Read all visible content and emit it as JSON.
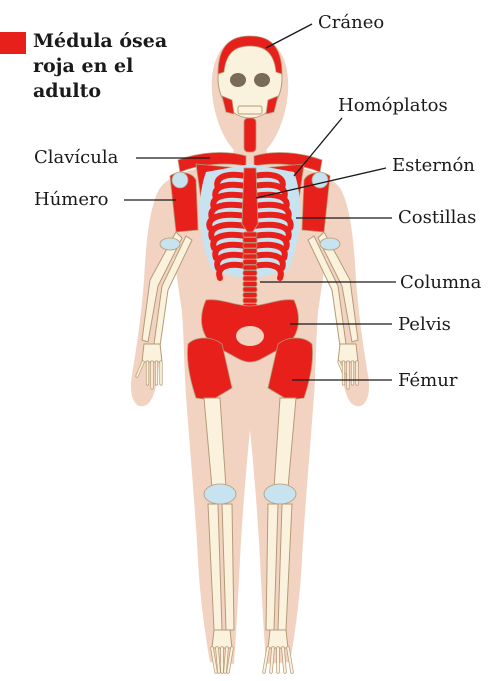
{
  "colors": {
    "marrow": "#e8201c",
    "bone": "#fbf2dd",
    "bone_outline": "#b59a78",
    "body": "#f2d3c2",
    "cartilage": "#c6e3ef",
    "line": "#1a1a1a"
  },
  "legend": {
    "text_lines": [
      "Médula ósea",
      "roja en el",
      "adulto"
    ]
  },
  "labels": {
    "craneo": "Cráneo",
    "homoplatos": "Homóplatos",
    "clavicula": "Clavícula",
    "esternon": "Esternón",
    "humero": "Húmero",
    "costillas": "Costillas",
    "columna": "Columna",
    "pelvis": "Pelvis",
    "femur": "Fémur"
  }
}
